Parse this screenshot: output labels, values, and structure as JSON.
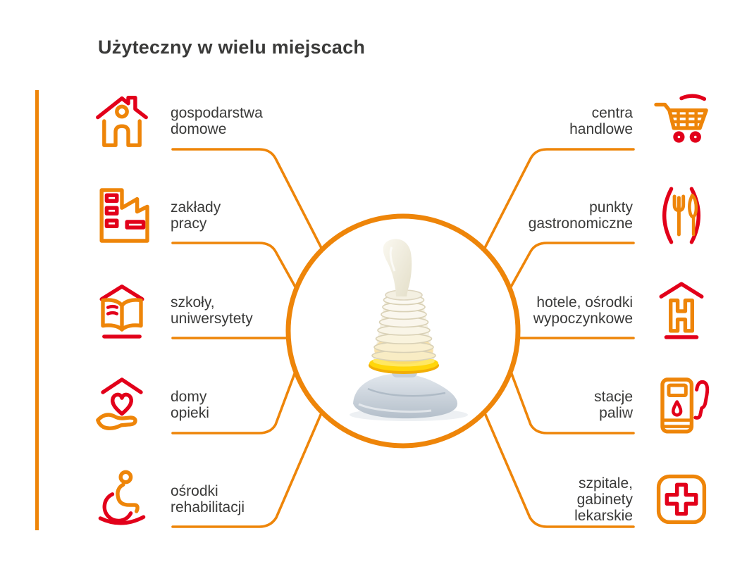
{
  "title": "Użyteczny w wielu miejscach",
  "colors": {
    "orange": "#EE8509",
    "red": "#E2001A",
    "text": "#3A3A39",
    "product_yellow": "#FFD60A",
    "product_gray": "#C2CBD5"
  },
  "center": {
    "product": "anti-choking-device"
  },
  "left_items": [
    {
      "label": "gospodarstwa\ndomowe",
      "icon": "house-icon"
    },
    {
      "label": "zakłady\npracy",
      "icon": "factory-icon"
    },
    {
      "label": "szkoły,\nuniwersytety",
      "icon": "school-book-icon"
    },
    {
      "label": "domy\nopieki",
      "icon": "heart-hand-icon"
    },
    {
      "label": "ośrodki\nrehabilitacji",
      "icon": "wheelchair-icon"
    }
  ],
  "right_items": [
    {
      "label": "centra\nhandlowe",
      "icon": "shopping-cart-icon"
    },
    {
      "label": "punkty\ngastronomiczne",
      "icon": "fork-knife-icon"
    },
    {
      "label": "hotele, ośrodki\nwypoczynkowe",
      "icon": "hotel-icon"
    },
    {
      "label": "stacje\npaliw",
      "icon": "fuel-pump-icon"
    },
    {
      "label": "szpitale,\ngabinety\nlekarskie",
      "icon": "medical-cross-icon"
    }
  ]
}
